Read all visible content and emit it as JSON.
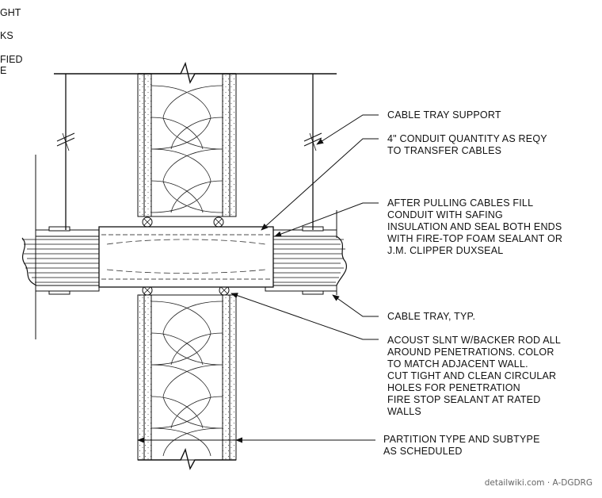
{
  "clipped_notes": [
    "GHT",
    "KS",
    "FIED",
    "E"
  ],
  "notes": {
    "support": [
      "CABLE TRAY SUPPORT"
    ],
    "conduit": [
      "4\" CONDUIT QUANTITY AS REQY",
      "TO TRANSFER CABLES"
    ],
    "fill": [
      "AFTER PULLING CABLES FILL",
      "CONDUIT WITH SAFING",
      "INSULATION AND SEAL BOTH ENDS",
      "WITH FIRE-TOP FOAM SEALANT OR",
      "J.M. CLIPPER DUXSEAL"
    ],
    "tray": [
      "CABLE TRAY, TYP."
    ],
    "acoust": [
      "ACOUST SLNT W/BACKER ROD ALL",
      "AROUND PENETRATIONS. COLOR",
      "TO MATCH ADJACENT WALL.",
      "CUT TIGHT AND CLEAN CIRCULAR",
      "HOLES FOR PENETRATION",
      "FIRE STOP SEALANT AT RATED",
      "WALLS"
    ],
    "partition": [
      "PARTITION TYPE AND SUBTYPE",
      "AS SCHEDULED"
    ]
  },
  "watermark": "detailwiki.com · A-DGDRG"
}
